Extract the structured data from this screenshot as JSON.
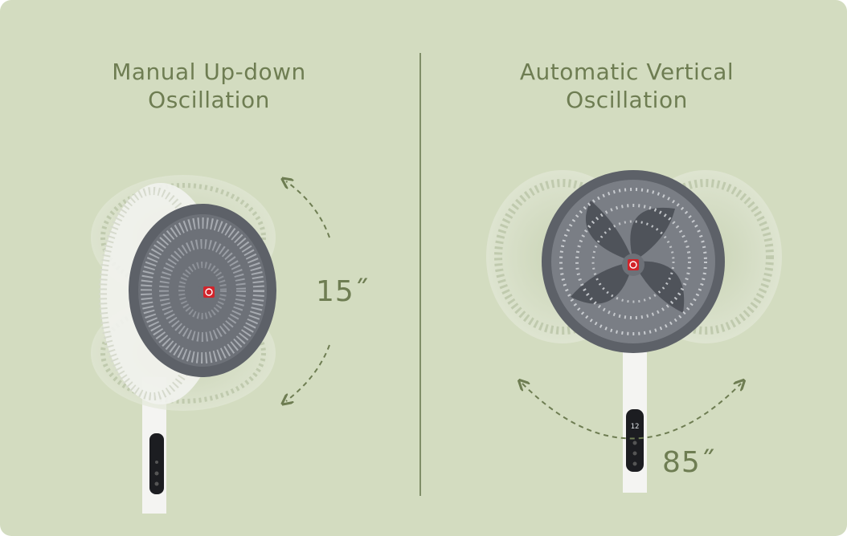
{
  "panels": {
    "left": {
      "title_line1": "Manual Up-down",
      "title_line2": "Oscillation",
      "angle": "15˝"
    },
    "right": {
      "title_line1": "Automatic Vertical",
      "title_line2": "Oscillation",
      "angle": "85˝"
    }
  },
  "colors": {
    "background": "#d3dcc0",
    "text": "#6e7d52",
    "fan_ring": "#5d6168",
    "fan_body": "#f4f4f2",
    "logo": "#d2232a"
  },
  "icons": {
    "left_arrow": "curved-dashed-arrow-icon",
    "right_arrow": "arc-dashed-arrow-icon"
  },
  "display": {
    "speed_number": "12"
  }
}
